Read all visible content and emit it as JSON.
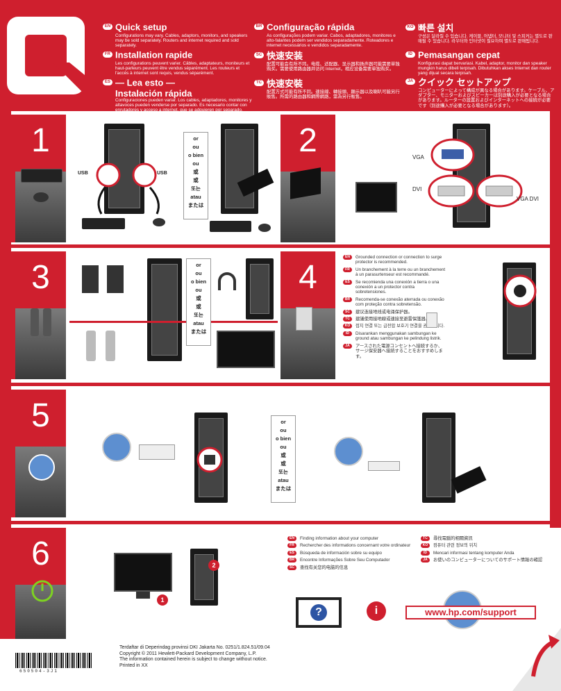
{
  "header": {
    "langs": [
      {
        "code": "EN",
        "title": "Quick setup",
        "text": "Configurations may vary. Cables, adaptors, monitors, and speakers may be sold separately. Routers and internet required and sold separately."
      },
      {
        "code": "FR",
        "title": "Installation rapide",
        "text": "Les configurations peuvent varier. Câbles, adaptateurs, moniteurs et haut-parleurs peuvent être vendus séparément. Les routeurs et l'accès à internet sont requis, vendus séparément."
      },
      {
        "code": "ES",
        "title": "— Lea esto —",
        "title2": "Instalación rápida",
        "text": "Configuraciones pueden variar. Los cables, adaptadores, monitores y altavoces pueden venderse por separado. Es necesario contar con enrutadores y acceso a internet, que se adquieren por separado."
      },
      {
        "code": "BR",
        "title": "Configuração rápida",
        "text": "As configurações podem variar. Cabos, adaptadores, monitores e alto-falantes podem ser vendidos separadamente. Roteadores e internet necessários e vendidos separadamente."
      },
      {
        "code": "SC",
        "title": "快速安装",
        "text": "配置可能会有所不同。电缆、适配器、显示器和扬声器可能需要单独购买。需要使用路由器并访问 Internet，相应设备需要单独购买。"
      },
      {
        "code": "TC",
        "title": "快速安裝",
        "text": "配置方式可能有所不同。連接線、轉接頭、顯示器以及喇叭可能另行販售。所需的路由器和網際網路，需為另行販售。"
      },
      {
        "code": "KO",
        "title": "빠른 설치",
        "text": "구성은 달라질 수 있습니다. 케이블, 어댑터, 모니터 및 스피커는 별도로 판매될 수 있습니다. 라우터와 인터넷이 필요하며 별도로 판매됩니다."
      },
      {
        "code": "ID",
        "title": "Pemasangan cepat",
        "text": "Konfigurasi dapat bervariasi. Kabel, adaptor, monitor dan speaker mungkin harus dibeli terpisah. Dibutuhkan akses Internet dan router yang dijual secara terpisah."
      },
      {
        "code": "JA",
        "title": "クイック セットアップ",
        "text": "コンピューターによって構成が異なる場合があります。ケーブル、アダプター、モニターおよびスピーカーは別途購入が必要となる場合があります。ルーターの設置およびインターネットへの接続が必要です（別途購入が必要となる場合があります）。"
      }
    ]
  },
  "steps": [
    "1",
    "2",
    "3",
    "4",
    "5",
    "6"
  ],
  "or_words": [
    "or",
    "ou",
    "o bien",
    "ou",
    "或",
    "或",
    "또는",
    "atau",
    "または"
  ],
  "labels": {
    "usb_left": "USB",
    "usb_right": "USB",
    "vga": "VGA",
    "dvi": "DVI",
    "vga_dvi": "VGA DVI"
  },
  "step4_info": [
    {
      "code": "EN",
      "text": "Grounded connection or connection to surge protector is recommended."
    },
    {
      "code": "FR",
      "text": "Un branchement à la terre ou un branchement à un parasurtenseur est recommandé."
    },
    {
      "code": "ES",
      "text": "Se recomienda una conexión a tierra o una conexión a un protector contra sobretensiones."
    },
    {
      "code": "BR",
      "text": "Recomenda-se conexão aterrada ou conexão com proteção contra sobretensão."
    },
    {
      "code": "SC",
      "text": "建议连接地线或电涌保护器。"
    },
    {
      "code": "TC",
      "text": "建議使用接地線或連接至避雷保護器。"
    },
    {
      "code": "KO",
      "text": "접지 연결 또는 급전압 보호기 연결을 권장합니다."
    },
    {
      "code": "ID",
      "text": "Disarankan menggunakan sambungan ke ground atau sambungan ke pelindung listrik."
    },
    {
      "code": "JA",
      "text": "アースされた電源コンセントへ接続するか、サージ保安器へ接続することをおすすめします。"
    }
  ],
  "step6_info_left": [
    {
      "code": "EN",
      "text": "Finding information about your computer"
    },
    {
      "code": "FR",
      "text": "Rechercher des informations concernant votre ordinateur"
    },
    {
      "code": "ES",
      "text": "Búsqueda de información sobre su equipo"
    },
    {
      "code": "BR",
      "text": "Encontre Informações Sobre Seu Computador"
    },
    {
      "code": "SC",
      "text": "查找有关您的电脑的信息"
    }
  ],
  "step6_info_right": [
    {
      "code": "TC",
      "text": "尋找電腦的相關資訊"
    },
    {
      "code": "KO",
      "text": "컴퓨터 관련 정보의 위치"
    },
    {
      "code": "ID",
      "text": "Mencari informasi tentang komputer Anda"
    },
    {
      "code": "JA",
      "text": "お使いのコンピューターについてのサポート情報の確認"
    }
  ],
  "step6_callouts": [
    "1",
    "2"
  ],
  "support_url": "www.hp.com/support",
  "footer": {
    "line1": "Terdaftar di Deperindag provinsi DKI Jakarta No. 0251/1.824.51/09.04",
    "line2": "Copyright © 2011 Hewlett-Packard Development Company, L.P.",
    "line3": "The information contained herein is subject to change without notice.",
    "line4": "Printed in XX",
    "barcode_text": "650504-3J1"
  },
  "colors": {
    "brand_red": "#cf1f2e",
    "dark": "#1a1a1a"
  }
}
